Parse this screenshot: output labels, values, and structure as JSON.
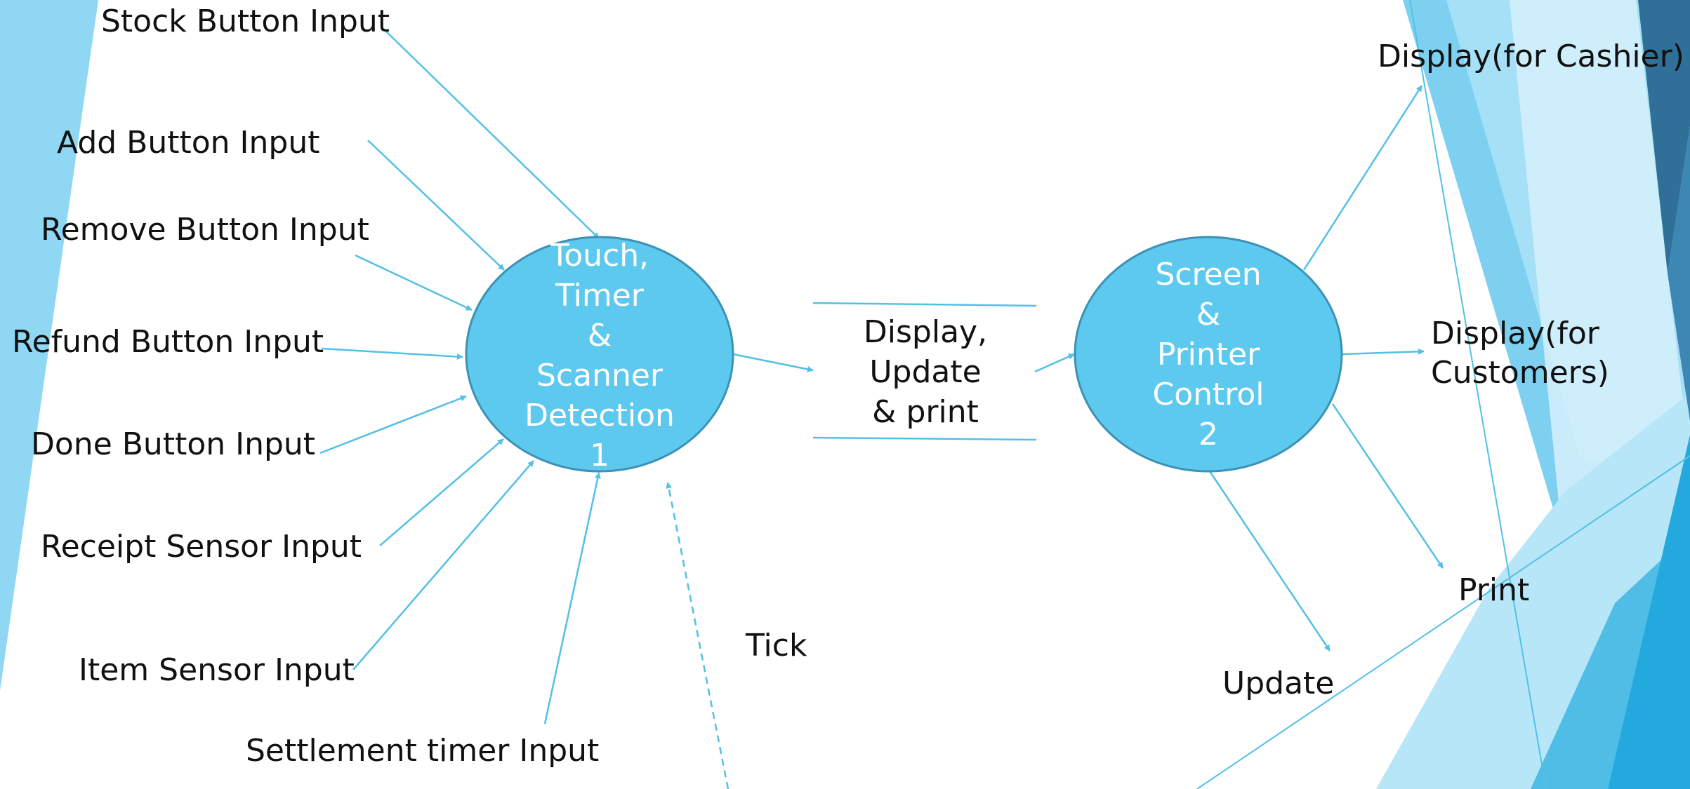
{
  "diagram": {
    "inputs": [
      "Stock Button Input",
      "Add Button Input",
      "Remove Button Input",
      "Refund Button Input",
      "Done Button Input",
      "Receipt Sensor Input",
      "Item Sensor Input",
      "Settlement timer Input"
    ],
    "process1": {
      "label": "Touch,\nTimer\n&\nScanner\nDetection\n1"
    },
    "flow_label": "Display,\nUpdate\n& print",
    "process2": {
      "label": "Screen\n&\nPrinter\nControl\n2"
    },
    "tick_label": "Tick",
    "outputs": {
      "cashier": "Display(for Cashier)",
      "customers": "Display(for\nCustomers)",
      "print": "Print",
      "update": "Update"
    }
  },
  "colors": {
    "bubble_fill": "#5ec9ee",
    "bubble_stroke": "#3c92b4",
    "line": "#53c0e6",
    "text": "#111111"
  }
}
